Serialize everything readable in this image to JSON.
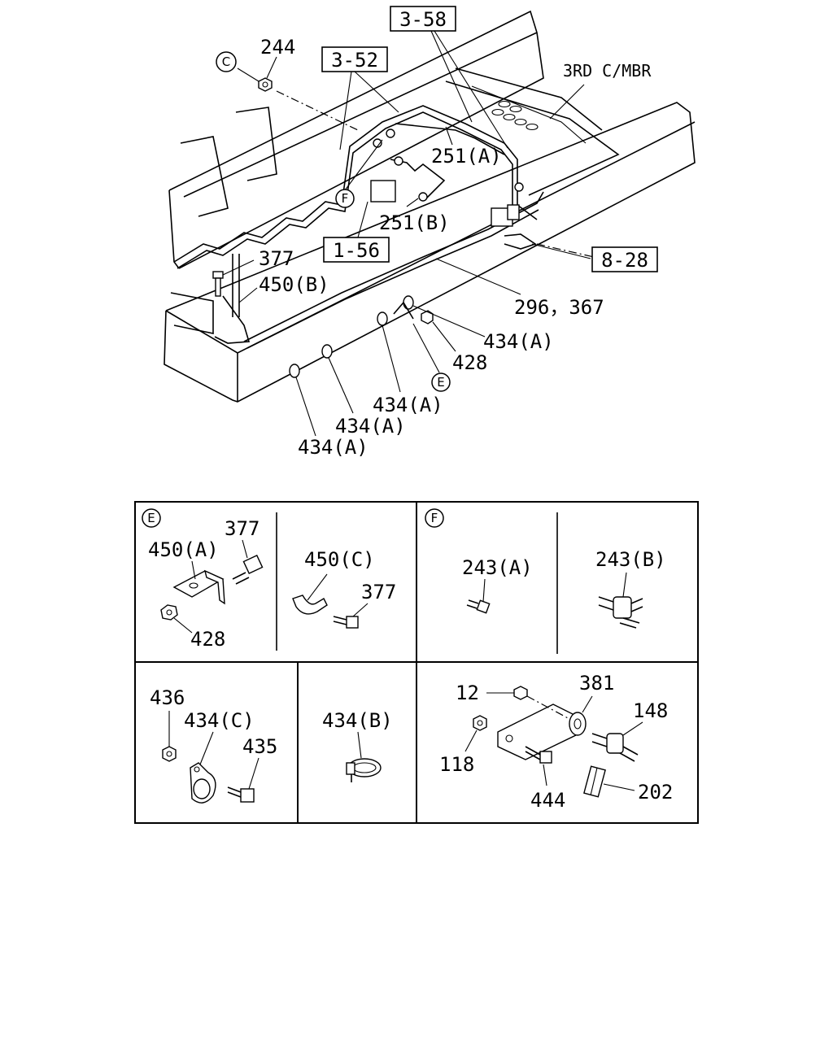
{
  "main": {
    "ref_c": "C",
    "label_244": "244",
    "box_358": "3-58",
    "box_352": "3-52",
    "label_3rd_mbr": "3RD C/MBR",
    "label_251a": "251(A)",
    "ref_f": "F",
    "label_251b": "251(B)",
    "box_156": "1-56",
    "box_828": "8-28",
    "label_377": "377",
    "label_450b": "450(B)",
    "label_296_367": "296，367",
    "label_434a_1": "434(A)",
    "label_428": "428",
    "ref_e": "E",
    "label_434a_2": "434(A)",
    "label_434a_3": "434(A)",
    "label_434a_4": "434(A)"
  },
  "detail_e": {
    "ref": "E",
    "label_450a": "450(A)",
    "label_377a": "377",
    "label_428": "428",
    "label_450c": "450(C)",
    "label_377b": "377"
  },
  "detail_f": {
    "ref": "F",
    "label_243a": "243(A)",
    "label_243b": "243(B)"
  },
  "detail_c1": {
    "label_436": "436",
    "label_434c": "434(C)",
    "label_435": "435"
  },
  "detail_c2": {
    "label_434b": "434(B)"
  },
  "detail_c3": {
    "label_12": "12",
    "label_381": "381",
    "label_148": "148",
    "label_118": "118",
    "label_444": "444",
    "label_202": "202"
  }
}
